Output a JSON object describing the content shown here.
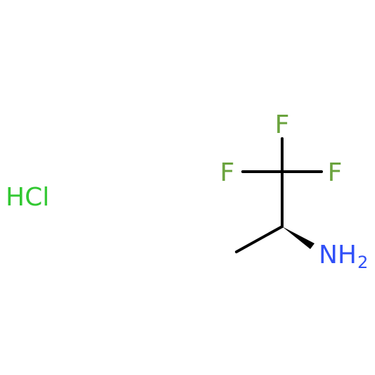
{
  "colors": {
    "background": "#ffffff",
    "bond": "#000000",
    "fluorine": "#6aa33d",
    "chlorine": "#32c832",
    "nitrogen": "#3050f8"
  },
  "molecule": {
    "salt_label": "HCl",
    "atoms": {
      "f_top": "F",
      "f_left": "F",
      "f_right": "F",
      "amine_main": "NH",
      "amine_subscript": "2"
    }
  }
}
